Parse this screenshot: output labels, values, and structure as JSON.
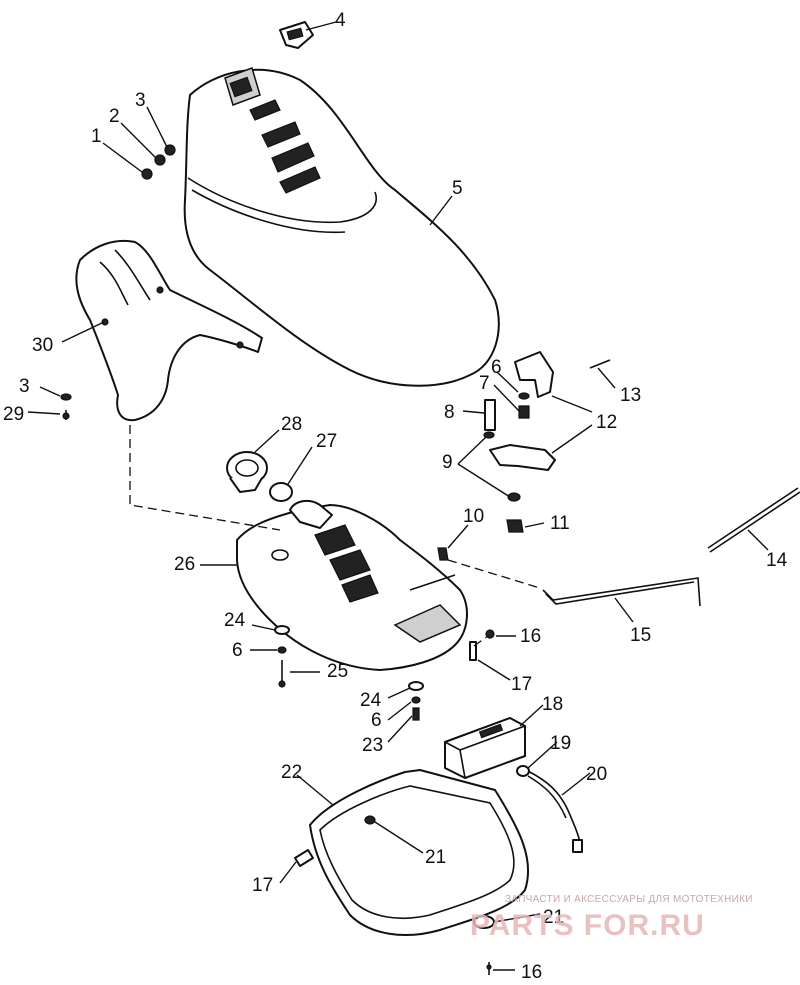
{
  "diagram": {
    "labels": {
      "l1": "1",
      "l2": "2",
      "l3a": "3",
      "l3b": "3",
      "l4": "4",
      "l5": "5",
      "l6a": "6",
      "l6b": "6",
      "l6c": "6",
      "l7": "7",
      "l8": "8",
      "l9": "9",
      "l10": "10",
      "l11": "11",
      "l12": "12",
      "l13": "13",
      "l14": "14",
      "l15": "15",
      "l16a": "16",
      "l16b": "16",
      "l17a": "17",
      "l17b": "17",
      "l18": "18",
      "l19": "19",
      "l20": "20",
      "l21a": "21",
      "l21b": "21",
      "l22": "22",
      "l23": "23",
      "l24a": "24",
      "l24b": "24",
      "l25": "25",
      "l26": "26",
      "l27": "27",
      "l28": "28",
      "l29": "29",
      "l30": "30"
    }
  },
  "watermark": {
    "tagline": "ЗАПЧАСТИ И АКСЕССУАРЫ ДЛЯ МОТОТЕХНИКИ",
    "brand": "PARTS FOR.RU",
    "color": "#e6b7b7"
  }
}
